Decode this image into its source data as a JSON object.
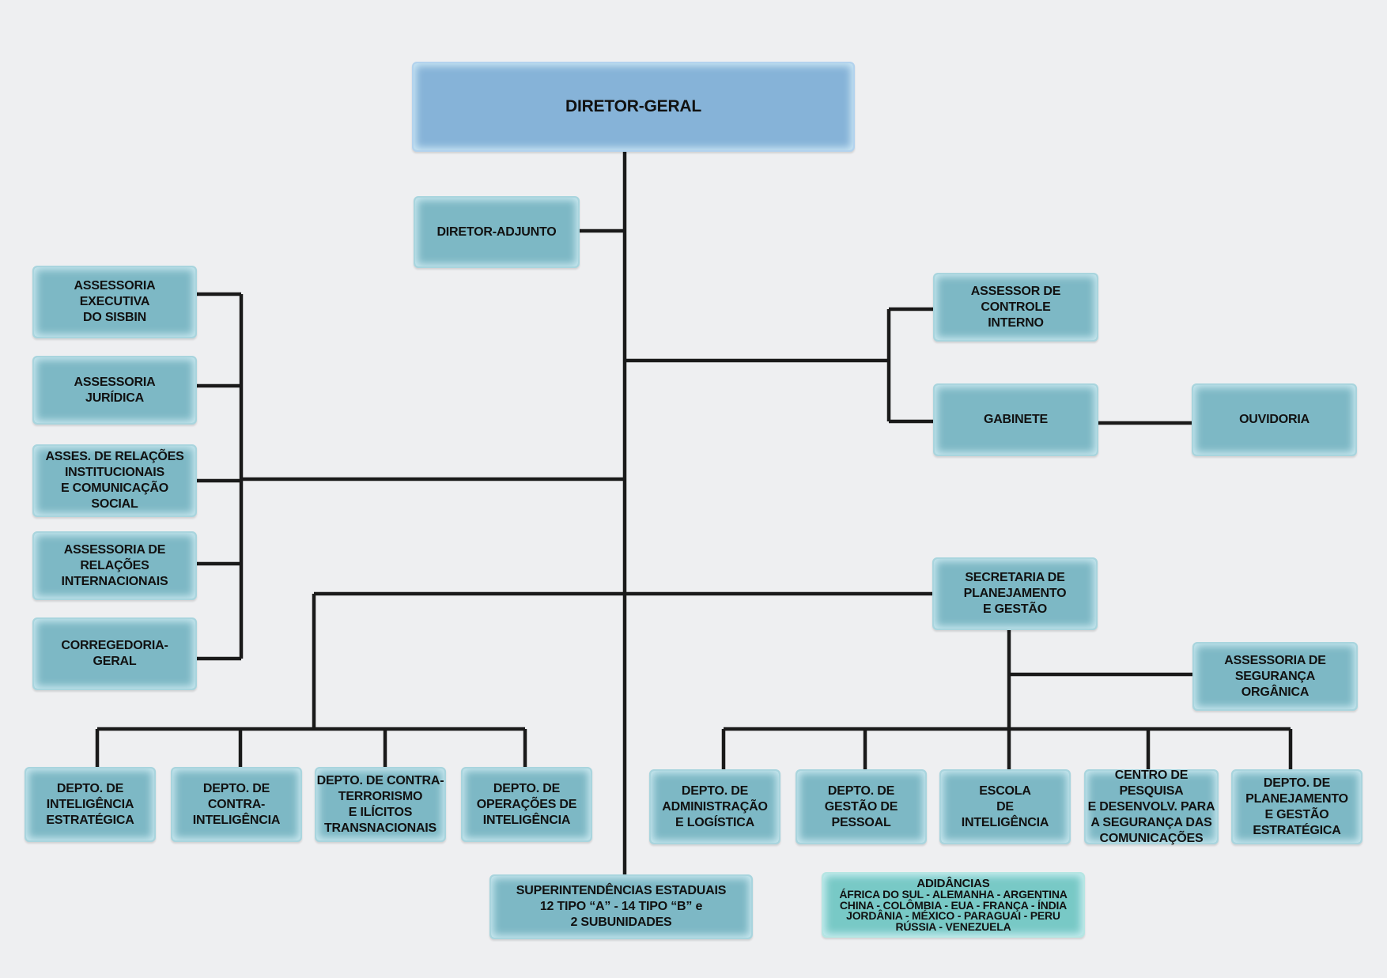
{
  "title": "DIRETOR-GERAL",
  "adjunto": "DIRETOR-ADJUNTO",
  "left": [
    "ASSESSORIA\nEXECUTIVA\nDO SISBIN",
    "ASSESSORIA\nJURÍDICA",
    "ASSES.  DE RELAÇÕES\nINSTITUCIONAIS\nE COMUNICAÇÃO\nSOCIAL",
    "ASSESSORIA DE\nRELAÇÕES\nINTERNACIONAIS",
    "CORREGEDORIA-\nGERAL"
  ],
  "right": {
    "controle": "ASSESSOR DE\nCONTROLE\nINTERNO",
    "gabinete": "GABINETE",
    "ouvidoria": "OUVIDORIA",
    "secretaria": "SECRETARIA DE\nPLANEJAMENTO\nE GESTÃO",
    "seguranca": "ASSESSORIA DE\nSEGURANÇA\nORGÂNICA"
  },
  "depts_left": [
    "DEPTO. DE\nINTELIGÊNCIA\nESTRATÉGICA",
    "DEPTO. DE\nCONTRA-\nINTELIGÊNCIA",
    "DEPTO. DE CONTRA-\nTERRORISMO\nE ILÍCITOS\nTRANSNACIONAIS",
    "DEPTO. DE\nOPERAÇÕES DE\nINTELIGÊNCIA"
  ],
  "depts_right": [
    "DEPTO. DE\nADMINISTRAÇÃO\nE LOGÍSTICA",
    "DEPTO. DE\nGESTÃO DE\nPESSOAL",
    "ESCOLA\nDE\nINTELIGÊNCIA",
    "CENTRO DE PESQUISA\nE DESENVOLV. PARA\nA SEGURANÇA DAS\nCOMUNICAÇÕES",
    "DEPTO. DE\nPLANEJAMENTO\nE GESTÃO\nESTRATÉGICA"
  ],
  "superintendencias": "SUPERINTENDÊNCIAS ESTADUAIS\n12 TIPO “A” - 14 TIPO “B” e\n2 SUBUNIDADES",
  "adidancias": {
    "title": "ADIDÂNCIAS",
    "countries": "ÁFRICA DO SUL - ALEMANHA - ARGENTINA\nCHINA - COLÔMBIA - EUA - FRANÇA - ÍNDIA\nJORDÂNIA - MÉXICO - PARAGUAI - PERU\nRÚSSIA - VENEZUELA"
  }
}
